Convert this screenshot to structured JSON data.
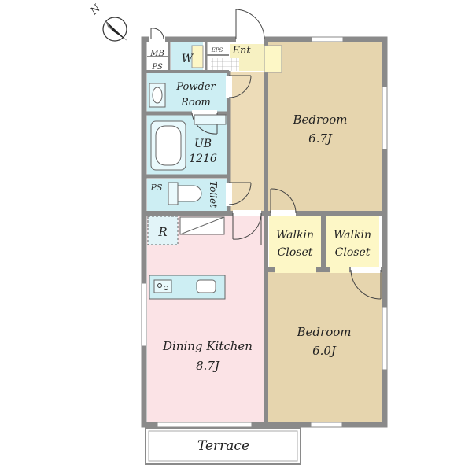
{
  "compass": {
    "north_label": "N"
  },
  "labels": {
    "mb": "MB",
    "ps_top": "PS",
    "washer": "W",
    "eps": "EPS",
    "entrance": "Ent",
    "powder_1": "Powder",
    "powder_2": "Room",
    "ub_1": "UB",
    "ub_2": "1216",
    "ps_toilet": "PS",
    "toilet": "Toilet",
    "refrigerator": "R",
    "bedroom1_name": "Bedroom",
    "bedroom1_size": "6.7J",
    "walkin1_1": "Walkin",
    "walkin1_2": "Closet",
    "walkin2_1": "Walkin",
    "walkin2_2": "Closet",
    "dk_name": "Dining Kitchen",
    "dk_size": "8.7J",
    "bedroom2_name": "Bedroom",
    "bedroom2_size": "6.0J",
    "terrace": "Terrace"
  },
  "colors": {
    "wall": "#8a8a8a",
    "bedroom": "#e6d5ae",
    "hall": "#eddcb8",
    "wet": "#cdeef3",
    "closet": "#fdf7c6",
    "kitchen": "#fbe3e6",
    "entrance": "#f7f1c2"
  }
}
